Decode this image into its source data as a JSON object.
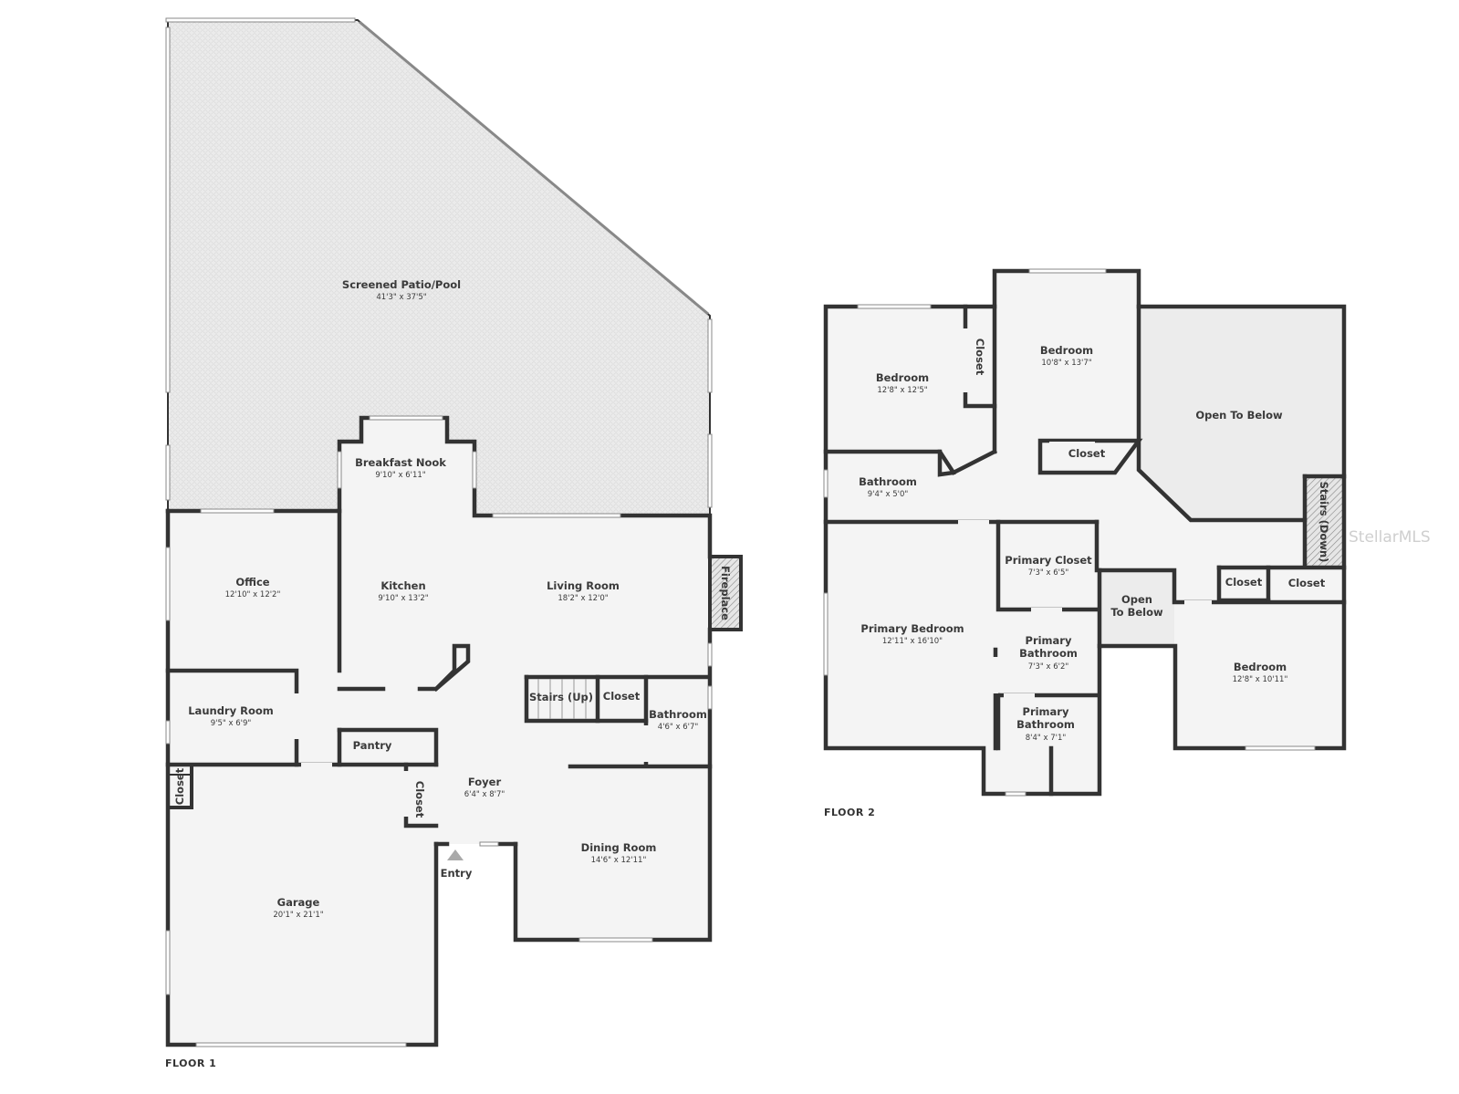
{
  "floors": {
    "floor1": "FLOOR 1",
    "floor2": "FLOOR 2"
  },
  "entry_label": "Entry",
  "watermark": "StellarMLS",
  "rooms": {
    "patio": {
      "name": "Screened Patio/Pool",
      "dim": "41'3\" x 37'5\""
    },
    "breakfast": {
      "name": "Breakfast Nook",
      "dim": "9'10\" x 6'11\""
    },
    "office": {
      "name": "Office",
      "dim": "12'10\" x 12'2\""
    },
    "kitchen": {
      "name": "Kitchen",
      "dim": "9'10\" x 13'2\""
    },
    "living": {
      "name": "Living Room",
      "dim": "18'2\" x 12'0\""
    },
    "fireplace": {
      "name": "Fireplace"
    },
    "laundry": {
      "name": "Laundry Room",
      "dim": "9'5\" x 6'9\""
    },
    "stairs_up": {
      "name": "Stairs (Up)"
    },
    "closet_f1a": {
      "name": "Closet"
    },
    "bath_f1": {
      "name": "Bathroom",
      "dim": "4'6\" x 6'7\""
    },
    "pantry": {
      "name": "Pantry"
    },
    "closet_f1b": {
      "name": "Closet"
    },
    "closet_f1c": {
      "name": "Closet"
    },
    "foyer": {
      "name": "Foyer",
      "dim": "6'4\" x 8'7\""
    },
    "dining": {
      "name": "Dining Room",
      "dim": "14'6\" x 12'11\""
    },
    "garage": {
      "name": "Garage",
      "dim": "20'1\" x 21'1\""
    },
    "bed_a": {
      "name": "Bedroom",
      "dim": "12'8\" x 12'5\""
    },
    "closet_f2a": {
      "name": "Closet"
    },
    "bed_b": {
      "name": "Bedroom",
      "dim": "10'8\" x 13'7\""
    },
    "open_big": {
      "name": "Open To Below"
    },
    "closet_f2b": {
      "name": "Closet"
    },
    "bath_f2": {
      "name": "Bathroom",
      "dim": "9'4\" x 5'0\""
    },
    "stairs_down": {
      "name": "Stairs (Down)"
    },
    "prim_closet": {
      "name": "Primary Closet",
      "dim": "7'3\" x 6'5\""
    },
    "open_small_1": {
      "name": "Open"
    },
    "open_small_2": {
      "name": "To Below"
    },
    "closet_f2c": {
      "name": "Closet"
    },
    "closet_f2d": {
      "name": "Closet"
    },
    "prim_bed": {
      "name": "Primary Bedroom",
      "dim": "12'11\" x 16'10\""
    },
    "prim_bath1_1": {
      "name": "Primary"
    },
    "prim_bath1_2": {
      "name": "Bathroom",
      "dim": "7'3\" x 6'2\""
    },
    "prim_bath2_1": {
      "name": "Primary"
    },
    "prim_bath2_2": {
      "name": "Bathroom",
      "dim": "8'4\" x 7'1\""
    },
    "bed_c": {
      "name": "Bedroom",
      "dim": "12'8\" x 10'11\""
    }
  },
  "colors": {
    "floor_fill": "#f4f4f4",
    "wall": "#333333",
    "open_below": "#ececec",
    "patio_fill": "#ebebeb"
  }
}
